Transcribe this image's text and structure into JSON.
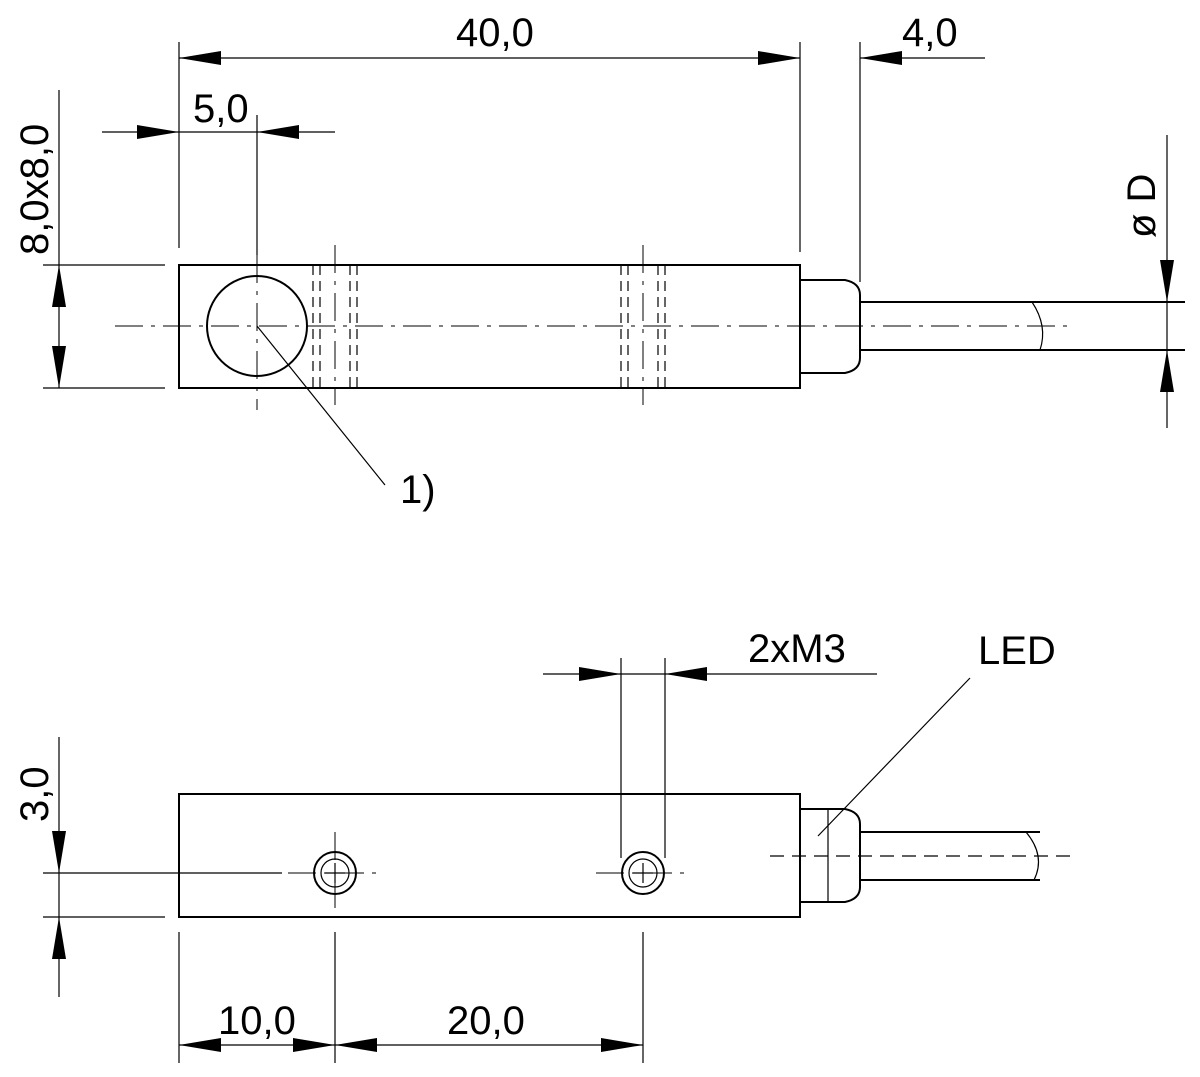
{
  "dimensions": {
    "length": "40,0",
    "cable_exit": "4,0",
    "hole_offset": "5,0",
    "cross_section": "8,0x8,0",
    "cable_diameter": "ø D",
    "thickness": "3,0",
    "first_hole": "10,0",
    "hole_spacing": "20,0",
    "thread": "2xM3"
  },
  "labels": {
    "note": "1)",
    "led": "LED"
  }
}
